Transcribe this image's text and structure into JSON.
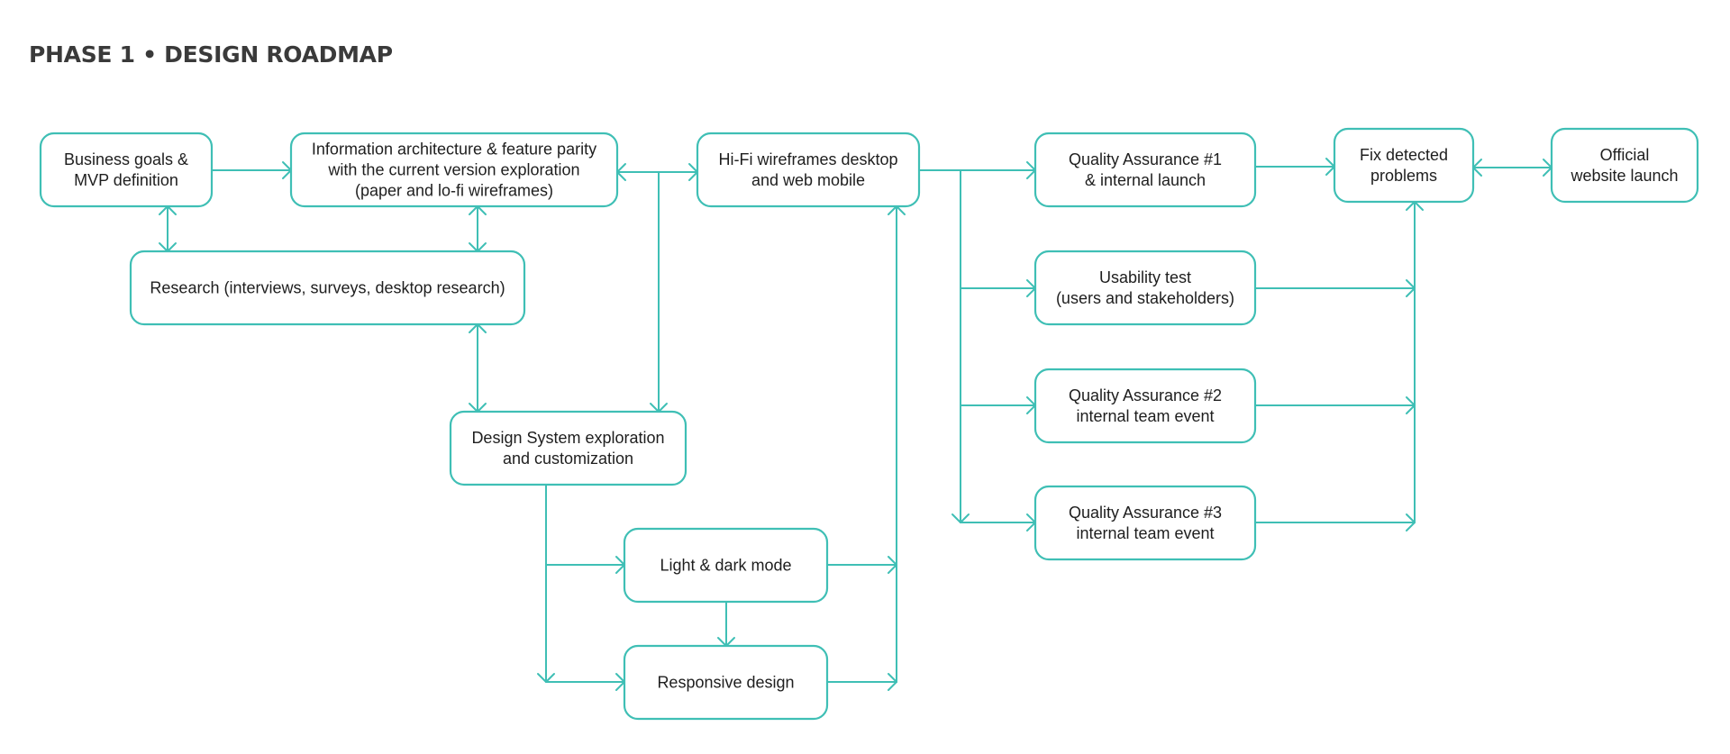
{
  "title": "PHASE 1 • DESIGN ROADMAP",
  "colors": {
    "accent": "#3fbfb5",
    "text": "#1e1e1e",
    "title": "#3a3a3a"
  },
  "nodes": [
    {
      "id": "business-goals",
      "lines": [
        "Business goals &",
        "MVP definition"
      ]
    },
    {
      "id": "information-architecture",
      "lines": [
        "Information architecture & feature parity",
        "with the current version exploration",
        "(paper and lo-fi wireframes)"
      ]
    },
    {
      "id": "research",
      "lines": [
        "Research (interviews, surveys, desktop research)"
      ]
    },
    {
      "id": "design-system",
      "lines": [
        "Design System exploration",
        "and customization"
      ]
    },
    {
      "id": "light-dark-mode",
      "lines": [
        "Light & dark mode"
      ]
    },
    {
      "id": "responsive-design",
      "lines": [
        "Responsive design"
      ]
    },
    {
      "id": "hifi-wireframes",
      "lines": [
        "Hi-Fi wireframes desktop",
        "and web mobile"
      ]
    },
    {
      "id": "qa-1",
      "lines": [
        "Quality Assurance #1",
        "& internal launch"
      ]
    },
    {
      "id": "usability-test",
      "lines": [
        "Usability test",
        "(users and stakeholders)"
      ]
    },
    {
      "id": "qa-2",
      "lines": [
        "Quality Assurance #2",
        "internal team event"
      ]
    },
    {
      "id": "qa-3",
      "lines": [
        "Quality Assurance #3",
        "internal team event"
      ]
    },
    {
      "id": "fix-problems",
      "lines": [
        "Fix detected",
        "problems"
      ]
    },
    {
      "id": "official-launch",
      "lines": [
        "Official",
        "website launch"
      ]
    }
  ],
  "edges": [
    {
      "from": "business-goals",
      "to": "information-architecture",
      "direction": "forward"
    },
    {
      "from": "business-goals",
      "to": "research",
      "direction": "both"
    },
    {
      "from": "information-architecture",
      "to": "research",
      "direction": "both"
    },
    {
      "from": "research",
      "to": "design-system",
      "direction": "both"
    },
    {
      "from": "information-architecture",
      "to": "hifi-wireframes",
      "direction": "both"
    },
    {
      "from": "information-architecture",
      "to": "design-system",
      "direction": "both"
    },
    {
      "from": "design-system",
      "to": "light-dark-mode",
      "direction": "forward"
    },
    {
      "from": "design-system",
      "to": "responsive-design",
      "direction": "forward"
    },
    {
      "from": "light-dark-mode",
      "to": "responsive-design",
      "direction": "forward"
    },
    {
      "from": "light-dark-mode",
      "to": "hifi-wireframes",
      "direction": "forward"
    },
    {
      "from": "responsive-design",
      "to": "hifi-wireframes",
      "direction": "forward"
    },
    {
      "from": "hifi-wireframes",
      "to": "qa-1",
      "direction": "forward"
    },
    {
      "from": "hifi-wireframes",
      "to": "usability-test",
      "direction": "forward"
    },
    {
      "from": "hifi-wireframes",
      "to": "qa-2",
      "direction": "forward"
    },
    {
      "from": "hifi-wireframes",
      "to": "qa-3",
      "direction": "forward"
    },
    {
      "from": "qa-1",
      "to": "fix-problems",
      "direction": "forward"
    },
    {
      "from": "usability-test",
      "to": "fix-problems",
      "direction": "forward"
    },
    {
      "from": "qa-2",
      "to": "fix-problems",
      "direction": "forward"
    },
    {
      "from": "qa-3",
      "to": "fix-problems",
      "direction": "forward"
    },
    {
      "from": "fix-problems",
      "to": "official-launch",
      "direction": "both"
    }
  ]
}
